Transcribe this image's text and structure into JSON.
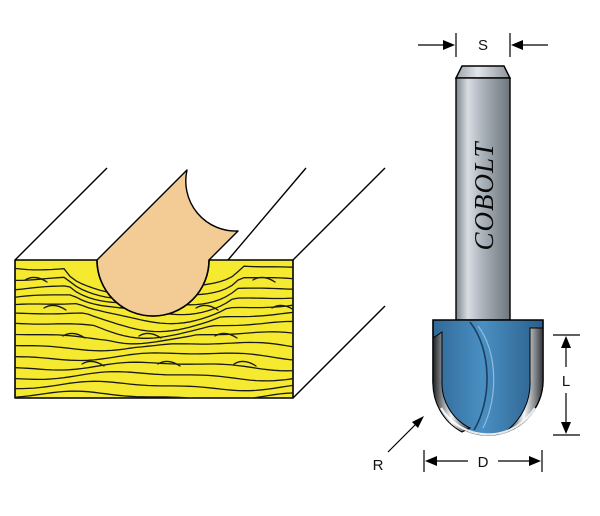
{
  "labels": {
    "shank_diameter": "S",
    "cutting_length": "L",
    "cutting_diameter": "D",
    "radius": "R",
    "brand": "COBOLT"
  },
  "colors": {
    "wood_yellow": "#f5ea2f",
    "wood_grain": "#1a1a1a",
    "groove_tan": "#f2cb95",
    "shank_gray": "#a6aeb6",
    "cutter_blue": "#3d7fb2",
    "outline": "#000000"
  }
}
